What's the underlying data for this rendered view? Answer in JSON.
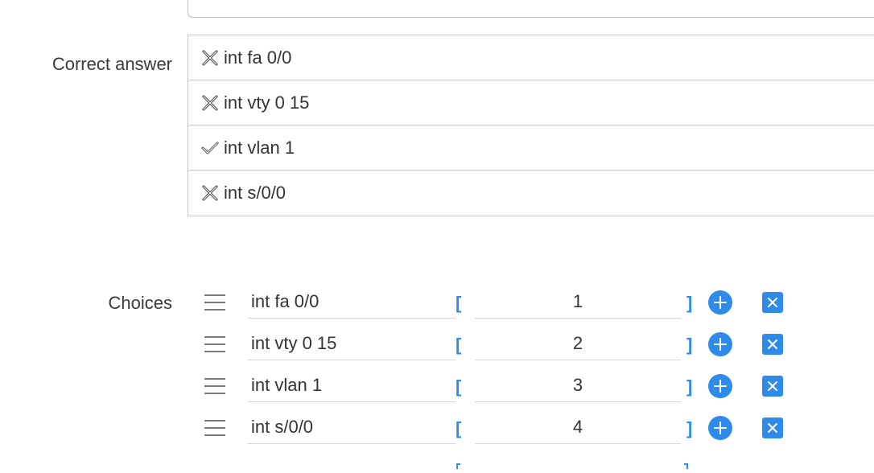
{
  "correct_answer": {
    "label": "Correct answer",
    "items": [
      {
        "text": "int fa 0/0",
        "status": "incorrect"
      },
      {
        "text": "int vty 0 15",
        "status": "incorrect"
      },
      {
        "text": "int vlan 1",
        "status": "correct"
      },
      {
        "text": "int s/0/0",
        "status": "incorrect"
      }
    ]
  },
  "choices": {
    "label": "Choices",
    "items": [
      {
        "text": "int fa 0/0",
        "score": "1"
      },
      {
        "text": "int vty 0 15",
        "score": "2"
      },
      {
        "text": "int vlan 1",
        "score": "3"
      },
      {
        "text": "int s/0/0",
        "score": "4"
      }
    ],
    "bracket_open": "[",
    "bracket_close": "]"
  },
  "colors": {
    "accent": "#2f8bea",
    "border": "#c8c8c8",
    "text": "#333333"
  }
}
